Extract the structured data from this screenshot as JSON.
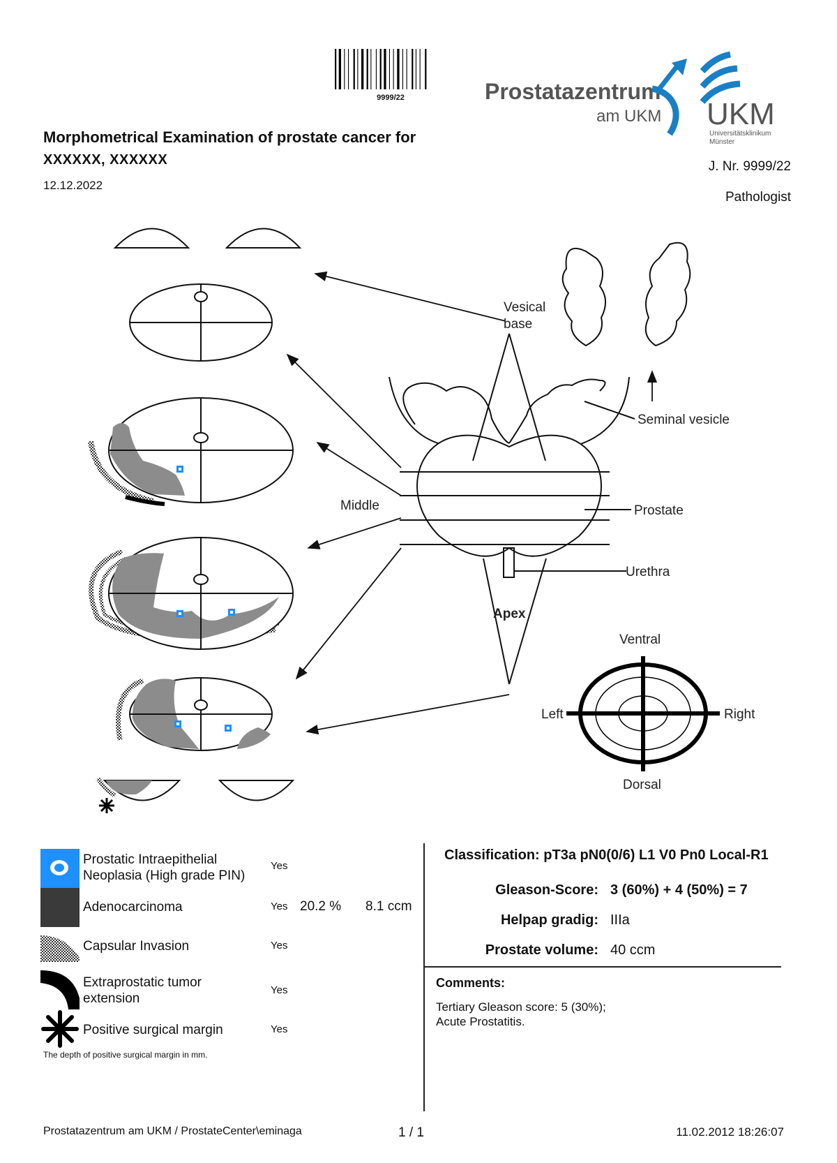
{
  "header": {
    "barcode_number": "9999/22",
    "logo": {
      "text_main": "Prostatazentrum",
      "text_sub": "am UKM",
      "ukm": "UKM",
      "ukm_sub1": "Universitätsklinikum",
      "ukm_sub2": "Münster",
      "brand_color": "#1a7fc4"
    },
    "title": "Morphometrical Examination of prostate cancer for",
    "patient": "XXXXXX, XXXXXX",
    "date": "12.12.2022",
    "journal_number": "J. Nr. 9999/22",
    "pathologist": "Pathologist"
  },
  "diagram": {
    "labels": {
      "vesical_base_1": "Vesical",
      "vesical_base_2": "base",
      "seminal_vesicle": "Seminal vesicle",
      "middle": "Middle",
      "prostate": "Prostate",
      "urethra": "Urethra",
      "apex": "Apex",
      "ventral": "Ventral",
      "left": "Left",
      "right": "Right",
      "dorsal": "Dorsal"
    },
    "colors": {
      "tumor": "#8c8c8c",
      "pin": "#1e90ff",
      "line": "#111111"
    }
  },
  "legend": {
    "items": [
      {
        "label_line1": "Prostatic Intraepithelial",
        "label_line2": "Neoplasia (High grade PIN)",
        "present": "Yes",
        "icon": "pin-icon"
      },
      {
        "label_line1": "Adenocarcinoma",
        "present": "Yes",
        "percent": "20.2 %",
        "volume": "8.1 ccm",
        "icon": "adenocarcinoma-icon"
      },
      {
        "label_line1": "Capsular Invasion",
        "present": "Yes",
        "icon": "capsular-invasion-icon"
      },
      {
        "label_line1": "Extraprostatic tumor",
        "label_line2": "extension",
        "present": "Yes",
        "icon": "extraprostatic-extension-icon"
      },
      {
        "label_line1": "Positive surgical margin",
        "present": "Yes",
        "icon": "surgical-margin-icon"
      }
    ],
    "depth_note": "The depth of positive surgical margin in mm."
  },
  "summary": {
    "classification": "Classification:  pT3a pN0(0/6) L1 V0 Pn0 Local-R1",
    "gleason_label": "Gleason-Score:",
    "gleason_value": "3 (60%) + 4 (50%)  = 7",
    "helpap_label": "Helpap gradig:",
    "helpap_value": "IIIa",
    "volume_label": "Prostate volume:",
    "volume_value": "40 ccm",
    "comments_title": "Comments:",
    "comments_line1": "Tertiary Gleason score: 5 (30%);",
    "comments_line2": "Acute Prostatitis."
  },
  "footer": {
    "left": "Prostatazentrum am UKM /  ProstateCenter\\eminaga",
    "page": "1 / 1",
    "timestamp": "11.02.2012 18:26:07"
  }
}
